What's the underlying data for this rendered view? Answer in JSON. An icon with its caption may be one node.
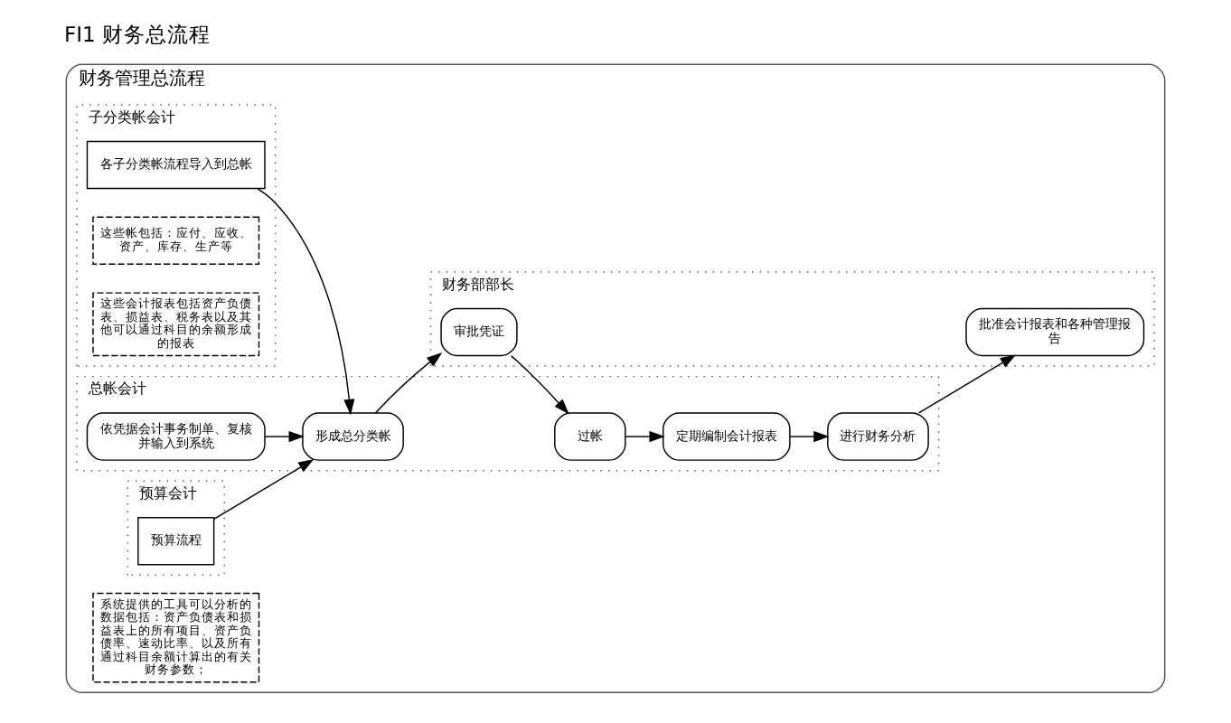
{
  "diagram": {
    "title": "FI1 财务总流程",
    "nodes": [
      {
        "text": [
          "财务管理总流程"
        ]
      },
      {
        "text": [
          "子分类帐会计"
        ],
        "in": 0
      },
      {
        "text": [
          "总帐会计"
        ],
        "in": 0
      },
      {
        "text": [
          "预算会计"
        ],
        "in": 0
      },
      {
        "text": [
          "财务部部长"
        ],
        "in": 0
      },
      {
        "text": [
          "各子分类帐流程导入到总帐"
        ],
        "in": 1
      },
      {
        "text": [
          "这些帐包括：应付、应收、资产、库存、生产等"
        ],
        "in": 1
      },
      {
        "text": [
          "这些会计报表包括资产负债表、损益表、税务表以及其他可以通过科目的余额形成的报表"
        ],
        "in": 1
      },
      {
        "text": [
          "依凭据会计事务制单、复核并输入到系统"
        ],
        "in": 2
      },
      {
        "text": [
          "形成总分类帐"
        ],
        "in": 2
      },
      {
        "text": [
          "过帐"
        ],
        "in": 2
      },
      {
        "text": [
          "定期编制会计报表"
        ],
        "in": 2
      },
      {
        "text": [
          "进行财务分析"
        ],
        "in": 2
      },
      {
        "text": [
          "系统提供的工具可以分析的数据包括：资产负债表和损益表上的所有项目、资产负债率、速动比率、以及所有通过科目余额计算出的有关财务参数；"
        ],
        "in": 0
      },
      {
        "text": [
          "预算流程"
        ],
        "in": 3
      },
      {
        "text": [
          "审批凭证"
        ],
        "in": 4
      },
      {
        "text": [
          "批准会计报表和各种管理报告"
        ],
        "in": 4
      }
    ],
    "edges": [
      {
        "from": 5,
        "to": 9,
        "arrow": "to"
      },
      {
        "from": 8,
        "to": 9,
        "arrow": "to"
      },
      {
        "from": 14,
        "to": 9,
        "arrow": "to"
      },
      {
        "from": 9,
        "to": 15,
        "arrow": "to"
      },
      {
        "from": 15,
        "to": 10,
        "arrow": "to"
      },
      {
        "from": 10,
        "to": 11,
        "arrow": "to"
      },
      {
        "from": 11,
        "to": 12,
        "arrow": "to"
      },
      {
        "from": 12,
        "to": 16,
        "arrow": "to"
      }
    ]
  }
}
